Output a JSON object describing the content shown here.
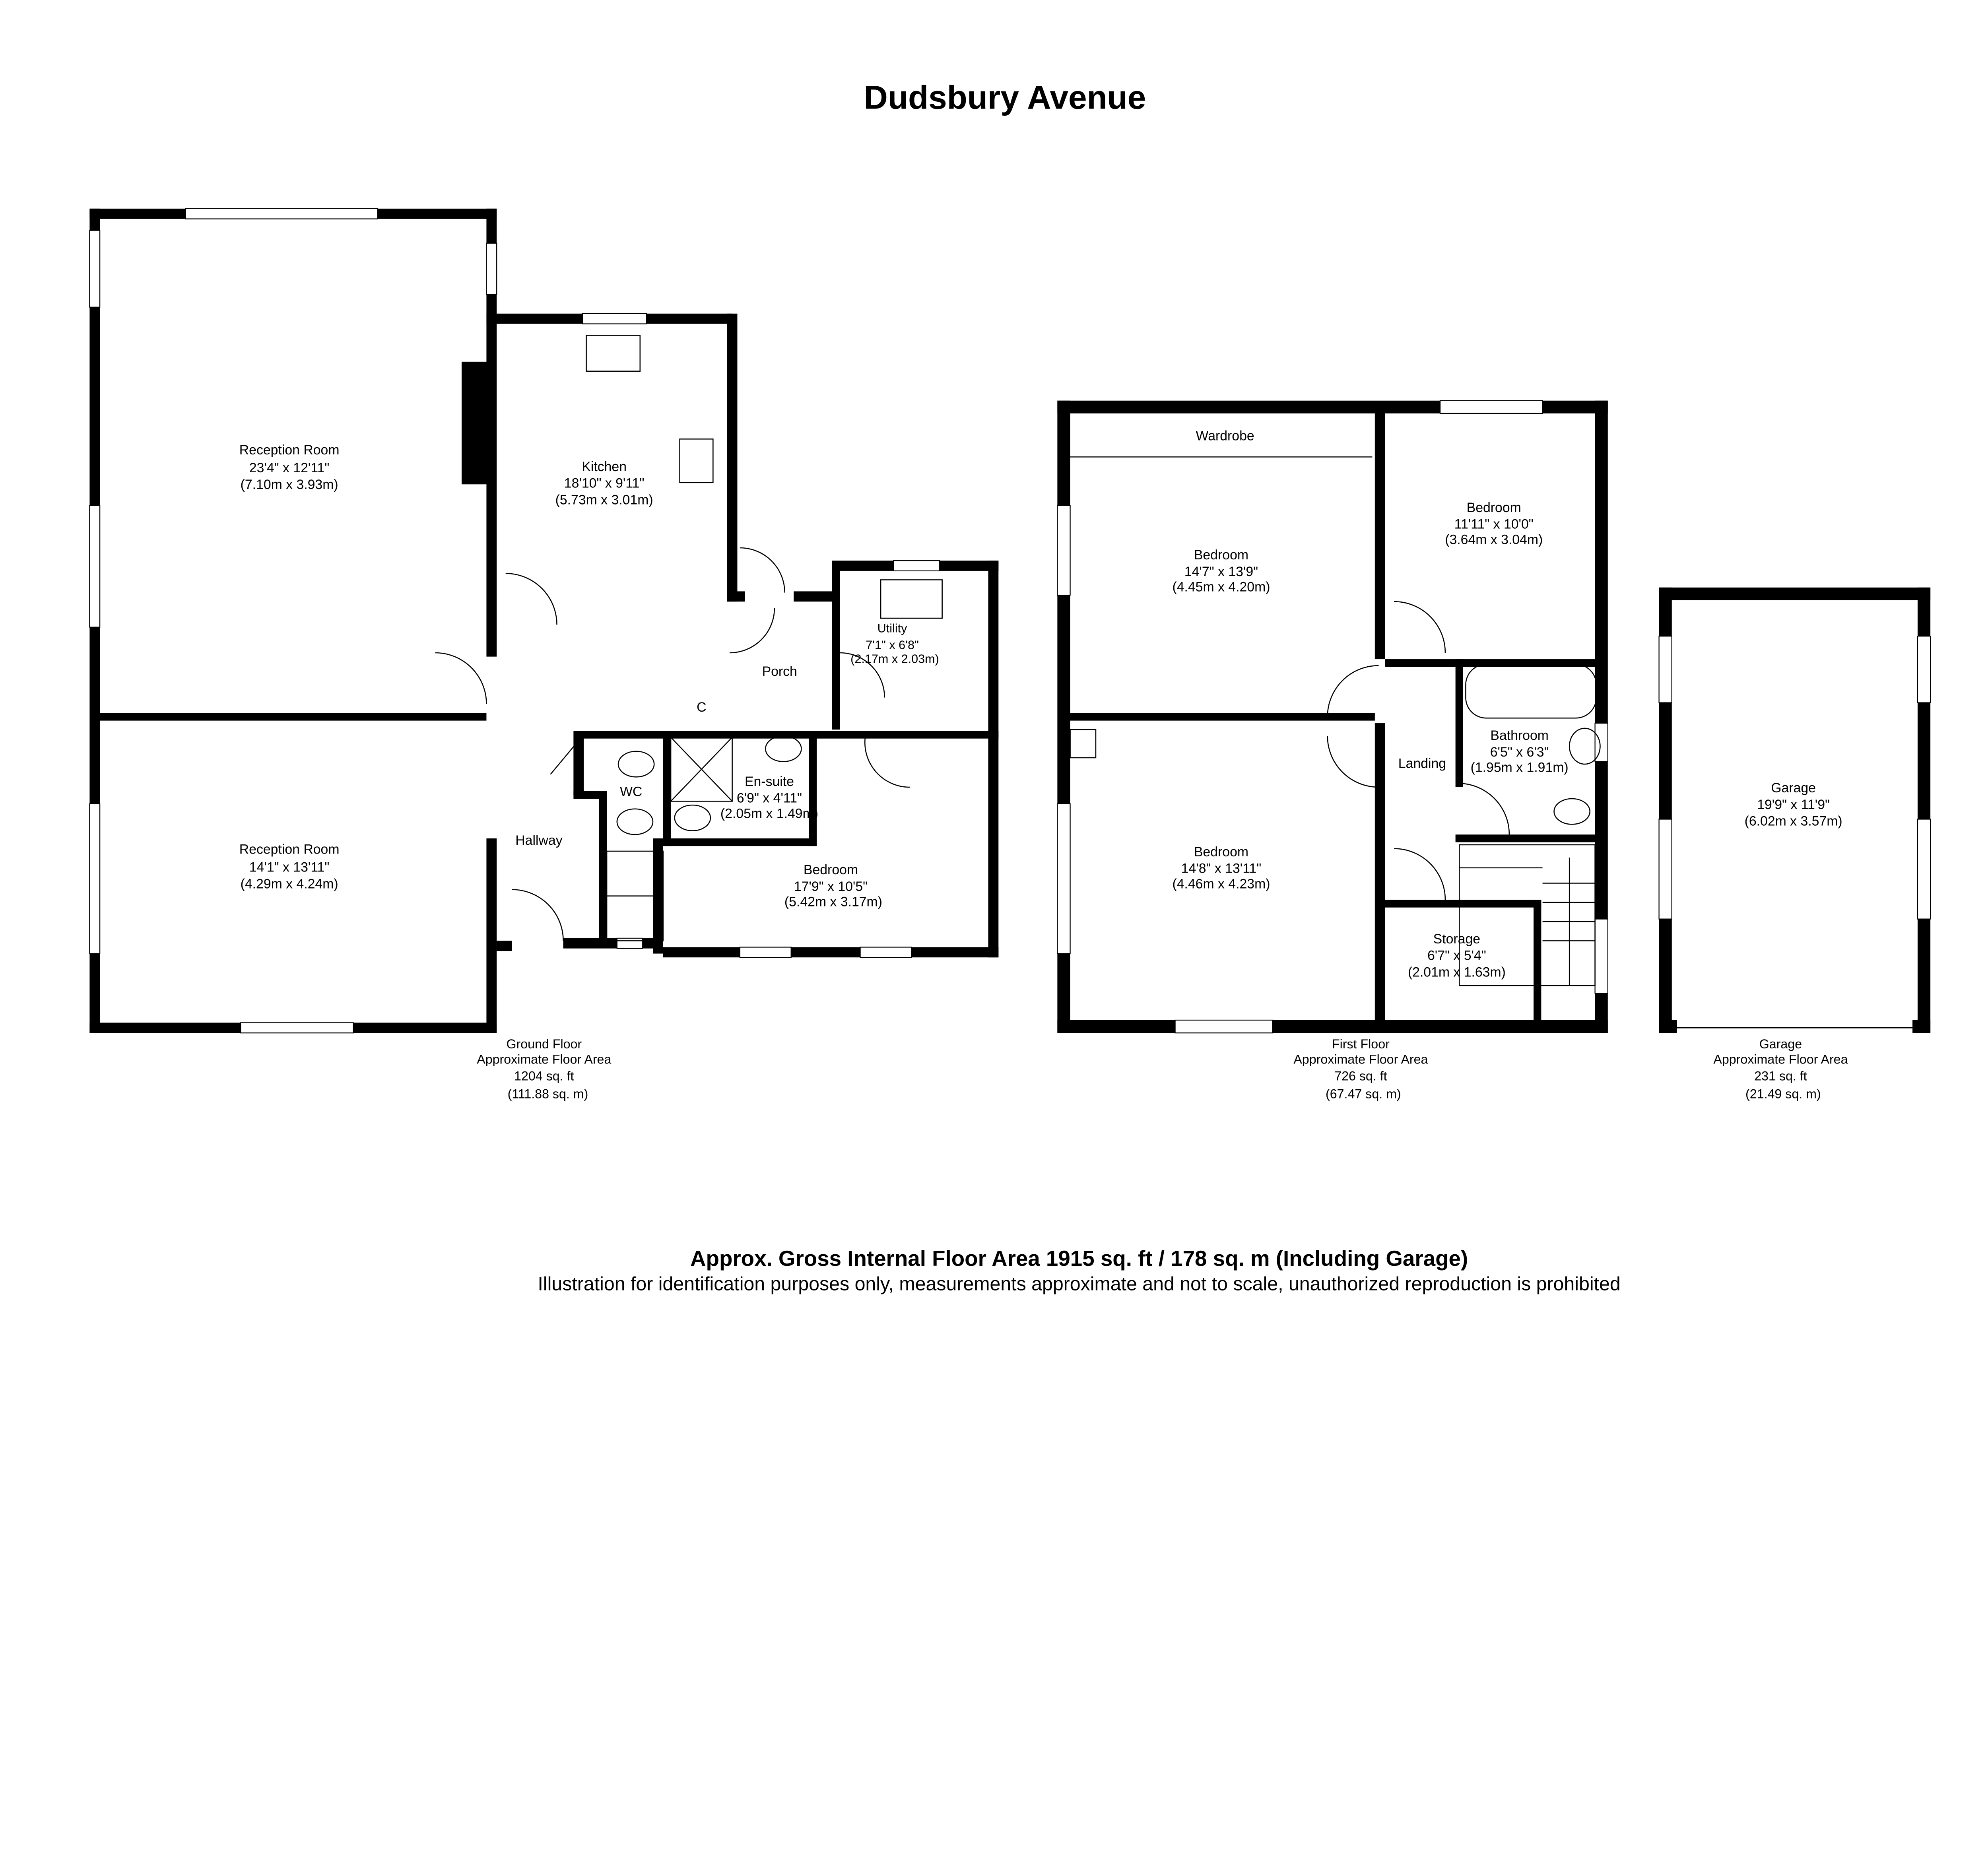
{
  "title": "Dudsbury Avenue",
  "rooms": {
    "reception_1": {
      "label": "Reception Room",
      "imperial": "23'4\" x 12'11\"",
      "metric": "(7.10m x 3.93m)"
    },
    "kitchen": {
      "label": "Kitchen",
      "imperial": "18'10\" x 9'11\"",
      "metric": "(5.73m x 3.01m)"
    },
    "reception_2": {
      "label": "Reception Room",
      "imperial": "14'1\" x 13'11\"",
      "metric": "(4.29m x 4.24m)"
    },
    "utility": {
      "label": "Utility",
      "imperial": "7'1\" x 6'8\"",
      "metric": "(2.17m x 2.03m)"
    },
    "porch": {
      "label": "Porch"
    },
    "cupboard": {
      "label": "C"
    },
    "wc": {
      "label": "WC"
    },
    "ensuite": {
      "label": "En-suite",
      "imperial": "6'9\" x 4'11\"",
      "metric": "(2.05m x 1.49m)"
    },
    "hallway": {
      "label": "Hallway"
    },
    "bedroom_gf": {
      "label": "Bedroom",
      "imperial": "17'9\" x 10'5\"",
      "metric": "(5.42m x 3.17m)"
    },
    "wardrobe": {
      "label": "Wardrobe"
    },
    "bedroom_1": {
      "label": "Bedroom",
      "imperial": "14'7\" x 13'9\"",
      "metric": "(4.45m x 4.20m)"
    },
    "bedroom_2": {
      "label": "Bedroom",
      "imperial": "11'11\" x 10'0\"",
      "metric": "(3.64m x 3.04m)"
    },
    "bathroom": {
      "label": "Bathroom",
      "imperial": "6'5\" x 6'3\"",
      "metric": "(1.95m x 1.91m)"
    },
    "landing": {
      "label": "Landing"
    },
    "bedroom_3": {
      "label": "Bedroom",
      "imperial": "14'8\" x 13'11\"",
      "metric": "(4.46m x 4.23m)"
    },
    "storage": {
      "label": "Storage",
      "imperial": "6'7\" x 5'4\"",
      "metric": "(2.01m x 1.63m)"
    },
    "garage": {
      "label": "Garage",
      "imperial": "19'9\" x 11'9\"",
      "metric": "(6.02m x 3.57m)"
    }
  },
  "floors": [
    {
      "name": "Ground Floor",
      "caption": "Approximate Floor Area",
      "sqft": "1204 sq. ft",
      "sqm": "(111.88 sq. m)"
    },
    {
      "name": "First Floor",
      "caption": "Approximate Floor Area",
      "sqft": "726 sq. ft",
      "sqm": "(67.47 sq. m)"
    },
    {
      "name": "Garage",
      "caption": "Approximate Floor Area",
      "sqft": "231 sq. ft",
      "sqm": "(21.49 sq. m)"
    }
  ],
  "footer": {
    "total": "Approx. Gross Internal Floor Area 1915 sq. ft / 178 sq. m (Including Garage)",
    "disclaimer": "Illustration for identification purposes only, measurements approximate and not to scale, unauthorized reproduction is prohibited"
  }
}
